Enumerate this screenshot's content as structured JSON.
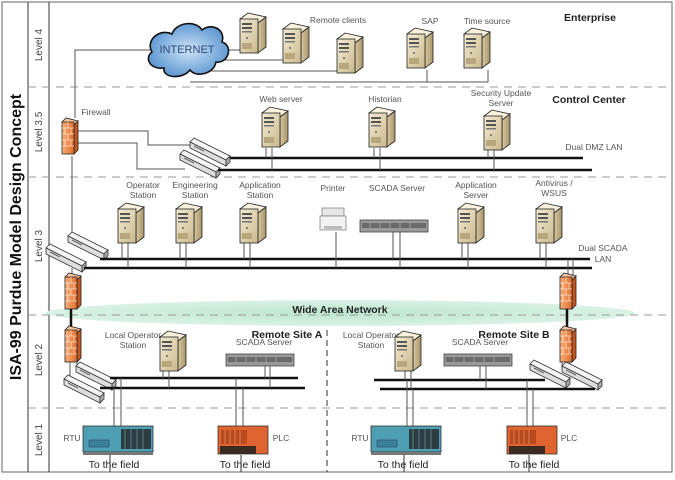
{
  "diagram": {
    "title": "ISA-99 Purdue Model Design Concept",
    "levels": [
      {
        "label": "Level 4"
      },
      {
        "label": "Level 3.5"
      },
      {
        "label": "Level 3"
      },
      {
        "label": "Level 2"
      },
      {
        "label": "Level 1"
      }
    ],
    "zones": {
      "enterprise": "Enterprise",
      "control_center": "Control Center",
      "remote_site_a": "Remote Site A",
      "remote_site_b": "Remote Site B"
    },
    "level4": {
      "internet": "INTERNET",
      "remote_clients": "Remote clients",
      "sap": "SAP",
      "time_source": "Time source"
    },
    "level35": {
      "firewall": "Firewall",
      "web_server": "Web server",
      "historian": "Historian",
      "security_update_line1": "Security Update",
      "security_update_line2": "Server",
      "dmz_lan": "Dual DMZ LAN"
    },
    "level3": {
      "operator_line1": "Operator",
      "operator_line2": "Station",
      "engineering_line1": "Engineering",
      "engineering_line2": "Station",
      "application_station_line1": "Application",
      "application_station_line2": "Station",
      "printer": "Printer",
      "scada_server": "SCADA Server",
      "application_server_line1": "Application",
      "application_server_line2": "Server",
      "antivirus_line1": "Antivirus /",
      "antivirus_line2": "WSUS",
      "scada_lan_line1": "Dual SCADA",
      "scada_lan_line2": "LAN"
    },
    "wan": "Wide Area Network",
    "level2": {
      "site_a_local_op_line1": "Local Operator",
      "site_a_local_op_line2": "Station",
      "site_a_scada": "SCADA Server",
      "site_b_local_op_line1": "Local Operator",
      "site_b_local_op_line2": "Station",
      "site_b_scada": "SCADA Server"
    },
    "level1": {
      "rtu_a": "RTU",
      "plc_a": "PLC",
      "rtu_b": "RTU",
      "plc_b": "PLC",
      "field_1": "To the field",
      "field_2": "To the field",
      "field_3": "To the field",
      "field_4": "To the field"
    }
  },
  "colors": {
    "firewall": "#f08a4b",
    "server": "#e8dcb8",
    "wan": "#bfe5d0",
    "cloud": "#6fa4d8",
    "rtu": "#4f9fb3",
    "plc": "#e0642f"
  }
}
